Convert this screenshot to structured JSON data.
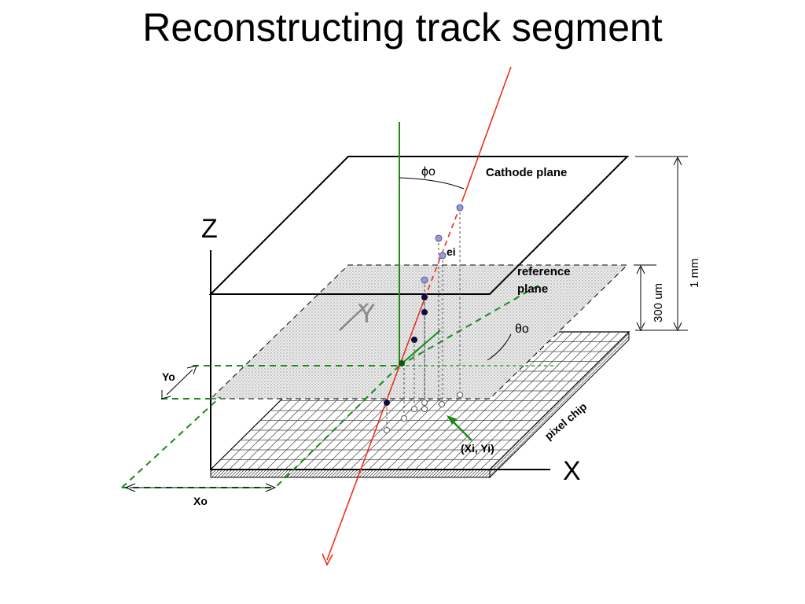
{
  "title": "Reconstructing track segment",
  "labels": {
    "axis_z": "Z",
    "axis_y": "Y",
    "axis_x": "X",
    "cathode": "Cathode plane",
    "reference_1": "reference",
    "reference_2": "plane",
    "pixel_chip": "pixel chip",
    "gap_total": "1 mm",
    "gap_reference": "300 um",
    "phi": "ϕo",
    "theta": "θo",
    "electron": "ei",
    "hit": "(Xi, Yi)",
    "x0": "Xo",
    "y0": "Yo"
  },
  "colors": {
    "track": "#e8321e",
    "projection": "#1a8a1a",
    "electron_drift": "#8a8ad2",
    "electron_ref": "#0a0a3c",
    "ink": "#000000",
    "stipple": "#d4d4d4"
  }
}
